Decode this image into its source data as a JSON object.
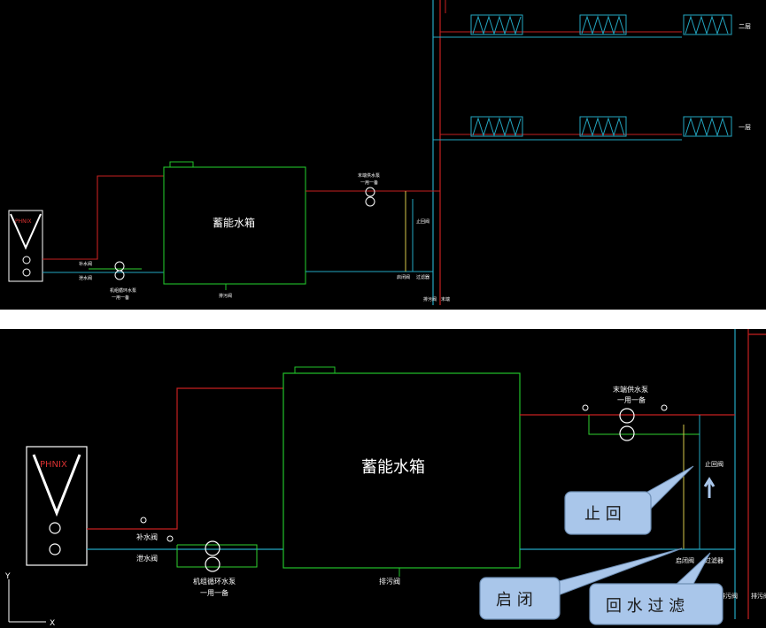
{
  "colors": {
    "background": "#000000",
    "separator": "#ffffff",
    "tank": "#22c22a",
    "hot_pipe": "#c62020",
    "cold_pipe": "#23a7c2",
    "green_pipe": "#2fd22f",
    "yellow_pipe": "#d6c84a",
    "label": "#ffffff",
    "unit_text": "#d63030",
    "callout_fill": "#a9c6ea",
    "callout_stroke": "#6f8fb5",
    "callout_text": "#1a1a1a"
  },
  "top": {
    "tank_label": "蓄能水箱",
    "unit_brand": "PHNIX",
    "floors": [
      "二层",
      "一层"
    ],
    "labels": {
      "user_pump": "末端供水泵",
      "user_pump_sub": "一用一备",
      "unit_pump": "机组循环水泵",
      "unit_pump_sub": "一用一备",
      "make_up": "补水阀",
      "bleed": "泄水阀",
      "drain": "排污阀",
      "check": "止回阀",
      "filter": "过滤器",
      "gate": "启闭阀",
      "floor_drain_a": "排污阀",
      "floor_drain_b": "末端"
    }
  },
  "bottom": {
    "tank_label": "蓄能水箱",
    "unit_brand": "PHNIX",
    "user_pump": "末端供水泵",
    "user_pump_sub": "一用一备",
    "unit_pump": "机组循环水泵",
    "unit_pump_sub": "一用一备",
    "make_up": "补水阀",
    "bleed": "泄水阀",
    "drain": "排污阀",
    "check": "止回阀",
    "gate": "启闭阀",
    "filter": "过滤器",
    "right_drain": "排污阀",
    "right_end": "排污阀",
    "axis_x": "X",
    "axis_y": "Y"
  },
  "callouts": {
    "check_valve": "止 回",
    "gate_valve": "启 闭",
    "return_filter": "回 水 过 滤"
  }
}
